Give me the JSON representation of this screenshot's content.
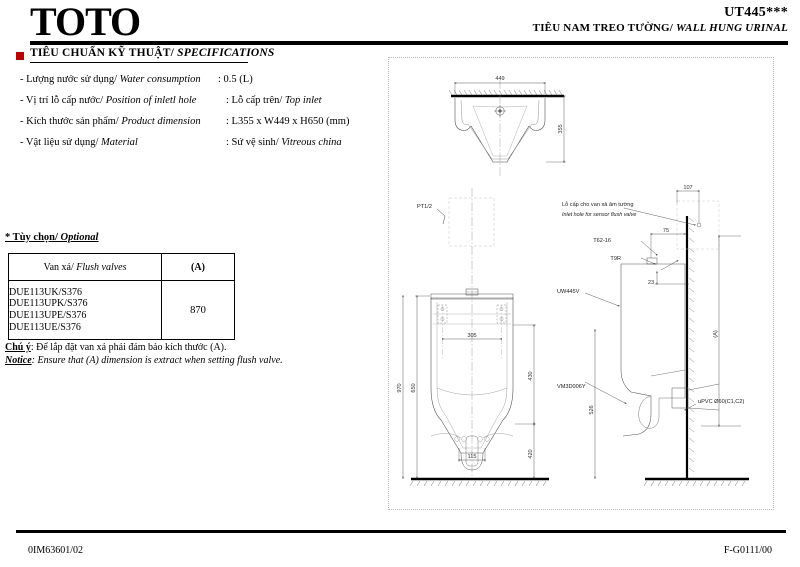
{
  "header": {
    "brand": "TOTO",
    "model": "UT445***",
    "subtitle_vi": "TIÊU NAM TREO TƯỜNG/ ",
    "subtitle_en": "WALL HUNG URINAL"
  },
  "specifications": {
    "section_title_vi": "TIÊU CHUẨN KỸ THUẬT/ ",
    "section_title_en": "SPECIFICATIONS",
    "bullet_color": "#c00000",
    "rows": [
      {
        "label_vi": "-  Lượng nước sử dụng/ ",
        "label_en": "Water consumption",
        "value": ": 0.5 (L)"
      },
      {
        "label_vi": "- Vị trí lỗ cấp nước/ ",
        "label_en": "Position of inletl hole",
        "value_vi": ": Lỗ cấp trên/ ",
        "value_en": "Top  inlet"
      },
      {
        "label_vi": "- Kích thước sản phẩm/ ",
        "label_en": "Product dimension",
        "value": ": L355 x W449 x H650 (mm)"
      },
      {
        "label_vi": "- Vật liệu sử dụng/ ",
        "label_en": "Material",
        "value_vi": ": Sứ vệ sinh/ ",
        "value_en": "Vitreous china"
      }
    ]
  },
  "optional": {
    "title_vi": "* Tùy chọn/ ",
    "title_en": "Optional",
    "table": {
      "header_vi": "Van xả/ ",
      "header_en": "Flush valves",
      "header_a": "(A)",
      "valves": [
        "DUE113UK/S376",
        "DUE113UPK/S376",
        "DUE113UPE/S376",
        "DUE113UE/S376"
      ],
      "a_value": "870"
    }
  },
  "notice": {
    "vi_label": "Chú ý",
    "vi_text": ": Để lắp đặt van xả phải đảm bảo kích thước (A).",
    "en_label": "Notice",
    "en_text": ": Ensure that (A) dimension is extract when setting flush valve."
  },
  "footer": {
    "left": "0IM63601/02",
    "right": "F-G0111/00"
  },
  "drawing": {
    "top_view": {
      "width_dim": "449",
      "depth_dim": "355"
    },
    "front_view": {
      "inlet_label": "PT1/2",
      "bolt_spacing_dim": "305",
      "body_height_dim": "650",
      "mount_height_dim": "430",
      "total_height_dim": "970",
      "outlet_offset_dim": "115",
      "floor_to_outlet_dim": "420"
    },
    "side_view": {
      "inlet_hole_note_vi": "Lỗ cấp cho van xả âm tường",
      "inlet_hole_note_en": "Inlet hole for sensor flush valve",
      "hole_offset_dim": "107",
      "wall_offset_dim": "75",
      "part_t62": "T62-16",
      "part_t9r": "T9R",
      "part_uw445v": "UW445V",
      "part_vm3d006y": "VM3D006Y",
      "pipe_label": "uPVC Ø60(C1,C2)",
      "projection_dim": "23",
      "a_dim": "(A)",
      "trap_height_dim": "526"
    }
  }
}
